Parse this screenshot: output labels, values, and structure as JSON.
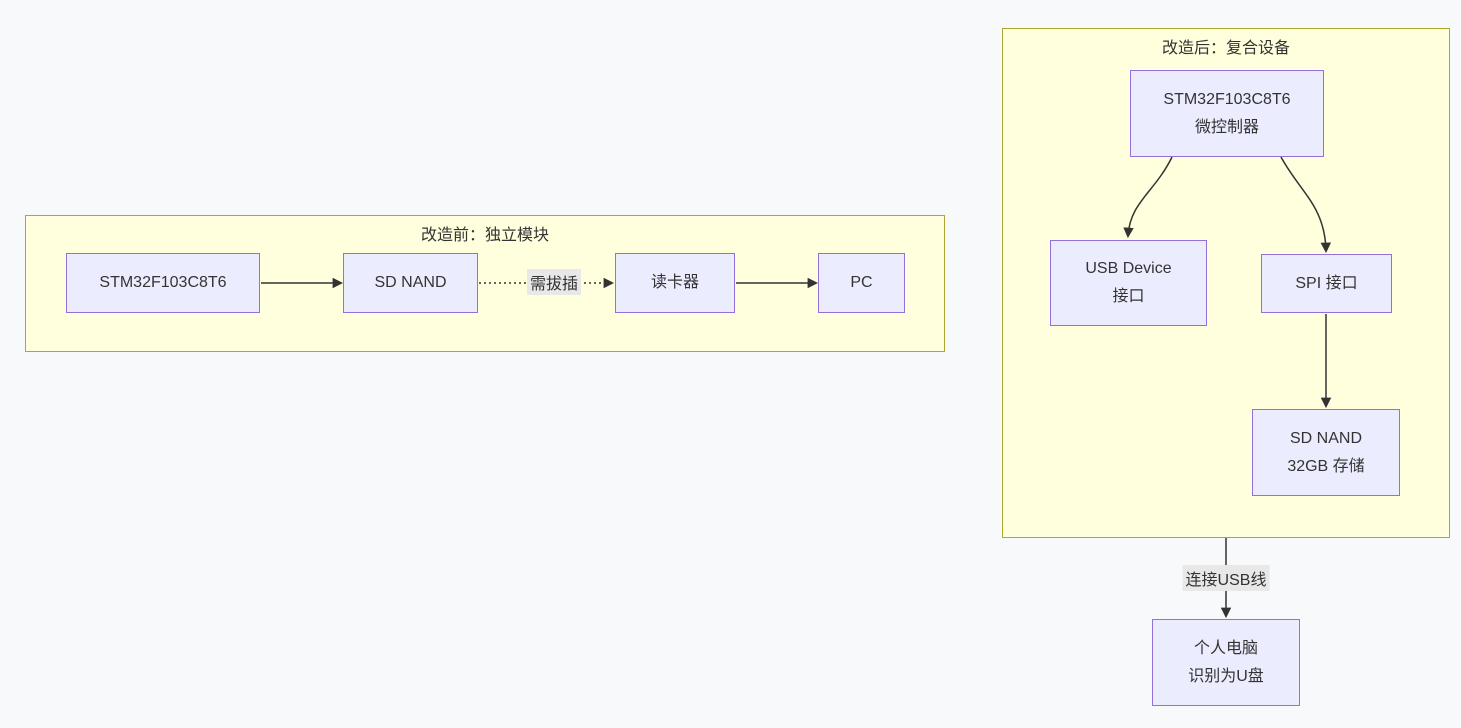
{
  "colors": {
    "page_bg": "#f8f9fa",
    "cluster_fill": "#ffffde",
    "cluster_border": "#aaaa33",
    "node_fill": "#ececff",
    "node_border": "#9370db",
    "edge_color": "#333333",
    "text_color": "#333333",
    "edge_label_bg": "#e8e8e8"
  },
  "before": {
    "title": "改造前：独立模块",
    "nodes": {
      "mcu": {
        "label": "STM32F103C8T6"
      },
      "sdnand": {
        "label": "SD NAND"
      },
      "reader": {
        "label": "读卡器"
      },
      "pc": {
        "label": "PC"
      }
    },
    "edges": {
      "sdnand_to_reader_label": "需拔插"
    }
  },
  "after": {
    "title": "改造后：复合设备",
    "nodes": {
      "mcu": {
        "line1": "STM32F103C8T6",
        "line2": "微控制器"
      },
      "usb": {
        "line1": "USB Device",
        "line2": "接口"
      },
      "spi": {
        "label": "SPI 接口"
      },
      "sdnand": {
        "line1": "SD NAND",
        "line2": "32GB 存储"
      }
    },
    "edges": {
      "cluster_to_pc_label": "连接USB线"
    }
  },
  "external": {
    "pc": {
      "line1": "个人电脑",
      "line2": "识别为U盘"
    }
  }
}
